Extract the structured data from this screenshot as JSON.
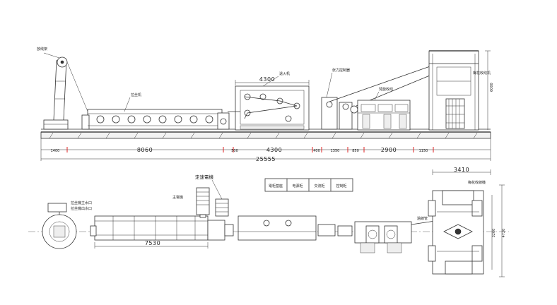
{
  "elevation": {
    "labels": {
      "payoff_stand": "放线架",
      "drawing_machine": "拉丝机",
      "annealer": "退火机",
      "tension_controller": "张力控制器",
      "spiral_takeup": "梵旋收线",
      "plum_takeup": "梅花收线机"
    },
    "dimensions": {
      "segments": [
        "1400",
        "8060",
        "500",
        "4300",
        "400",
        "1350",
        "850",
        "2900",
        "1150"
      ],
      "total": "25555",
      "annealer_width": "4300",
      "takeup_height": "6000"
    }
  },
  "plan": {
    "labels": {
      "main_motor_cooling_out": "拉丝機主水口",
      "main_motor_cooling_in": "拉丝機出水口",
      "main_motor": "主電機",
      "speed_motor": "定速電機",
      "transition_tube": "過線管",
      "takeup_frame": "梅花收線機"
    },
    "legend": [
      "電柜基座",
      "电源柜",
      "交流柜",
      "控制柜"
    ],
    "dimensions": {
      "drawing_length": "7530",
      "takeup_width": "3410",
      "takeup_depth": "4720",
      "takeup_inner": "3260"
    }
  }
}
